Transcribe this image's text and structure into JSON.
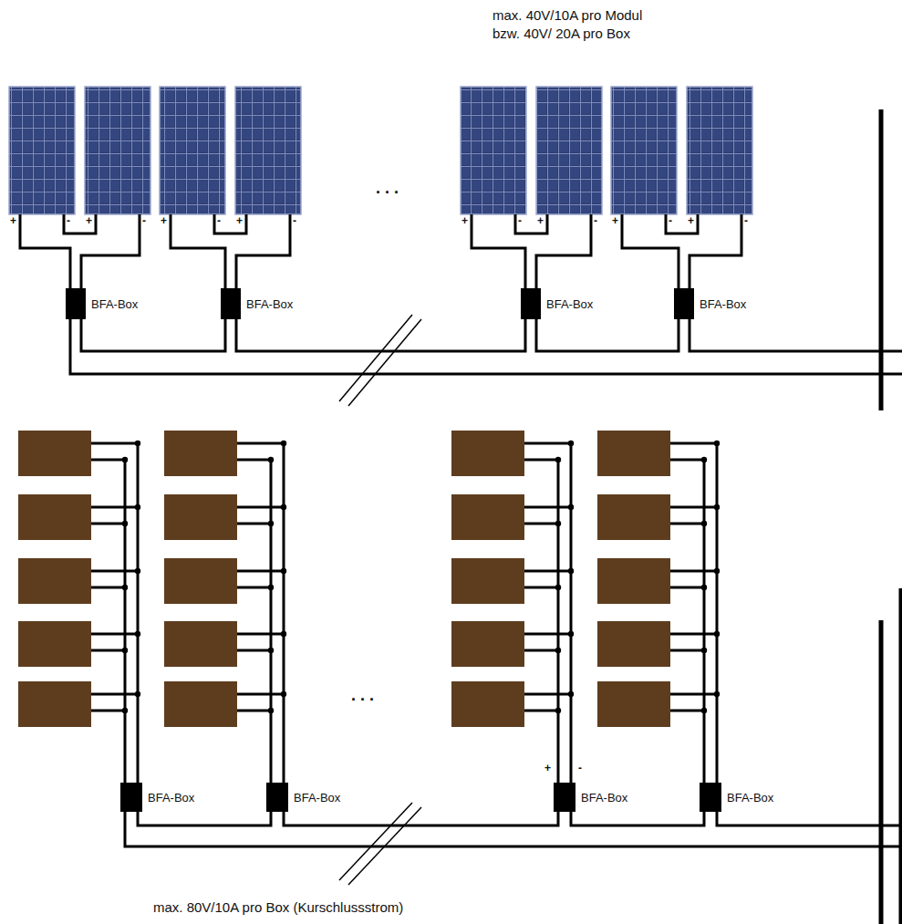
{
  "diagram": {
    "nodes": [
      {
        "text": [
          "BFA-Box"
        ]
      },
      {
        "text": [
          "BFA-Box"
        ]
      },
      {
        "text": [
          "BFA-Box"
        ]
      },
      {
        "text": [
          "BFA-Box"
        ]
      },
      {
        "text": [
          "BFA-Box"
        ]
      },
      {
        "text": [
          "BFA-Box"
        ]
      },
      {
        "text": [
          "BFA-Box"
        ]
      },
      {
        "text": [
          "BFA-Box"
        ]
      }
    ],
    "edges": [
      {
        "from": 0,
        "to": 1,
        "arrow": "none"
      },
      {
        "from": 1,
        "to": 2,
        "arrow": "none"
      },
      {
        "from": 2,
        "to": 3,
        "arrow": "none"
      },
      {
        "from": 4,
        "to": 5,
        "arrow": "none"
      },
      {
        "from": 5,
        "to": 6,
        "arrow": "none"
      },
      {
        "from": 6,
        "to": 7,
        "arrow": "none"
      }
    ],
    "labels": [
      "max. 40V/10A pro Modul",
      "bzw. 40V/ 20A pro Box",
      "+",
      "-",
      "+",
      "-",
      "+",
      "-",
      "+",
      "-",
      "+",
      "-",
      "+",
      "-",
      "+",
      "-",
      "+",
      "-",
      ". . .",
      ". . .",
      "+",
      "-",
      "max. 80V/10A pro Box (Kurschlussstrom)"
    ]
  }
}
